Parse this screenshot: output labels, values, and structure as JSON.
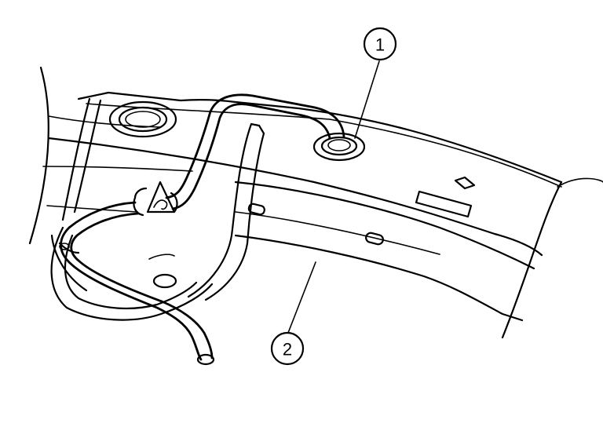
{
  "callouts": [
    {
      "id": "callout-1",
      "label": "1"
    },
    {
      "id": "callout-2",
      "label": "2"
    }
  ],
  "icons": {
    "caution": "warning-triangle-icon"
  }
}
